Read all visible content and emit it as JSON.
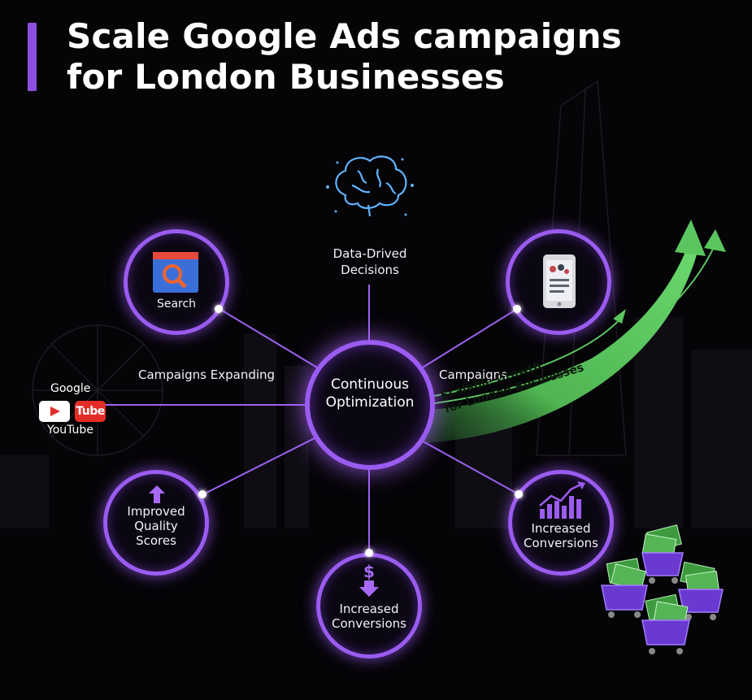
{
  "title": {
    "line1": "Scale Google Ads campaigns",
    "line2": "for London Businesses"
  },
  "center": {
    "line1": "Continuous",
    "line2": "Optimization"
  },
  "nodes": {
    "data": {
      "line1": "Data-Drived",
      "line2": "Decisions"
    },
    "search": {
      "label": "Search"
    },
    "quality": {
      "line1": "Improved",
      "line2": "Quality",
      "line3": "Scores"
    },
    "conversions_bottom": {
      "line1": "Increased",
      "line2": "Conversions"
    },
    "conversions_right": {
      "line1": "Increased",
      "line2": "Conversions"
    }
  },
  "flows": {
    "left": "Campaigns Expanding",
    "right": "Campaigns"
  },
  "youtube": {
    "google": "Google",
    "tube": "Tube",
    "youtube": "YouTube"
  },
  "growth": {
    "line1": "Scalable Growth",
    "line2": "for London Businesses"
  },
  "colors": {
    "accent_purple": "#9a5cf0",
    "growth_green": "#5bc65f",
    "background": "#050407",
    "brain_blue": "#5fb4ff"
  },
  "icons": [
    "brain-icon",
    "search-window-icon",
    "phone-campaign-icon",
    "youtube-logo",
    "up-arrow-icon",
    "dollar-down-icon",
    "rising-bars-icon",
    "shopping-cart-money-icon"
  ]
}
